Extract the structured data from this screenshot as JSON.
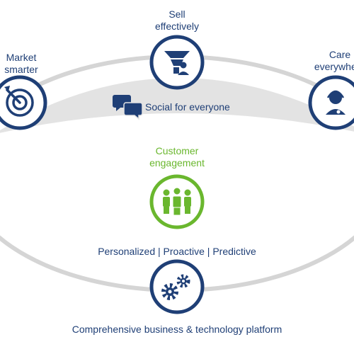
{
  "pillars": {
    "sell": {
      "label": "Sell\neffectively",
      "icon": "funnel-person-icon"
    },
    "market": {
      "label": "Market\nsmarter",
      "icon": "target-icon"
    },
    "care": {
      "label": "Care\neverywhere",
      "icon": "headset-agent-icon"
    }
  },
  "social": {
    "label": "Social for everyone",
    "icon": "speech-bubbles-icon"
  },
  "center": {
    "label": "Customer\nengagement",
    "icon": "people-group-icon"
  },
  "tagline": "Personalized | Proactive | Predictive",
  "platform": {
    "label": "Comprehensive business & technology platform",
    "icon": "gears-icon"
  },
  "colors": {
    "navy": "#1f3f76",
    "green": "#6ab72e",
    "band": "#e3e3e3",
    "ring": "#d0d0d0"
  }
}
